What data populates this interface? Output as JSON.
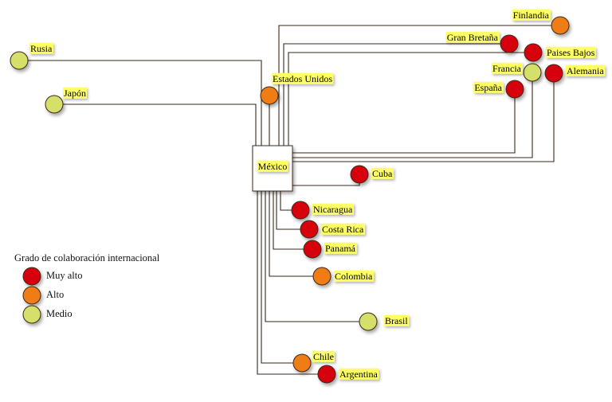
{
  "colors": {
    "muy_alto": "#d7000f",
    "alto": "#f07c14",
    "medio": "#d4e06a",
    "label_bg": "#ffff66",
    "line": "#3a2a1a"
  },
  "hub": {
    "label": "México"
  },
  "legend": {
    "title": "Grado de colaboración internacional",
    "items": [
      {
        "key": "muy_alto",
        "label": "Muy alto"
      },
      {
        "key": "alto",
        "label": "Alto"
      },
      {
        "key": "medio",
        "label": "Medio"
      }
    ]
  },
  "countries": [
    {
      "id": "rusia",
      "label": "Rusia",
      "level": "medio"
    },
    {
      "id": "japon",
      "label": "Japón",
      "level": "medio"
    },
    {
      "id": "estados-unidos",
      "label": "Estados Unidos",
      "level": "alto"
    },
    {
      "id": "finlandia",
      "label": "Finlandia",
      "level": "alto"
    },
    {
      "id": "gran-bretana",
      "label": "Gran Bretaña",
      "level": "muy_alto"
    },
    {
      "id": "paises-bajos",
      "label": "Paises Bajos",
      "level": "muy_alto"
    },
    {
      "id": "francia",
      "label": "Francia",
      "level": "medio"
    },
    {
      "id": "alemania",
      "label": "Alemania",
      "level": "muy_alto"
    },
    {
      "id": "espana",
      "label": "España",
      "level": "muy_alto"
    },
    {
      "id": "cuba",
      "label": "Cuba",
      "level": "muy_alto"
    },
    {
      "id": "nicaragua",
      "label": "Nicaragua",
      "level": "muy_alto"
    },
    {
      "id": "costa-rica",
      "label": "Costa Rica",
      "level": "muy_alto"
    },
    {
      "id": "panama",
      "label": "Panamá",
      "level": "muy_alto"
    },
    {
      "id": "colombia",
      "label": "Colombia",
      "level": "alto"
    },
    {
      "id": "brasil",
      "label": "Brasil",
      "level": "medio"
    },
    {
      "id": "chile",
      "label": "Chile",
      "level": "alto"
    },
    {
      "id": "argentina",
      "label": "Argentina",
      "level": "muy_alto"
    }
  ]
}
